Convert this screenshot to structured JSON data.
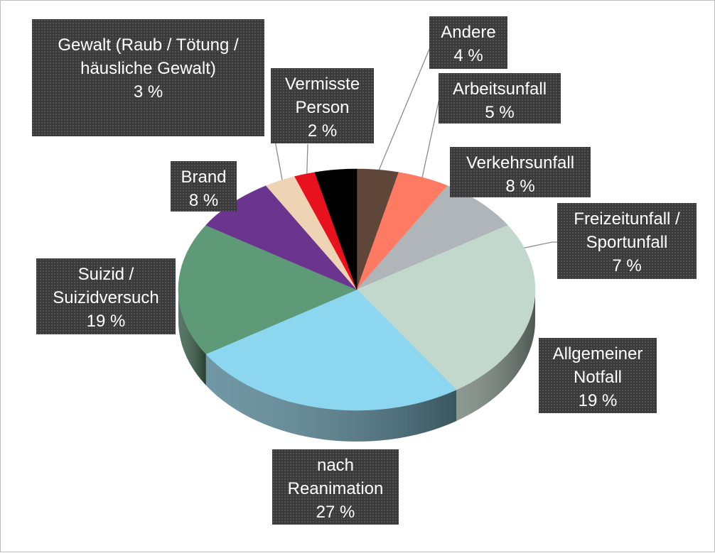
{
  "chart_data": {
    "type": "pie",
    "style": "3d",
    "title": "",
    "unit": "%",
    "slices": [
      {
        "key": "andere",
        "label_lines": [
          "Andere",
          "4 %"
        ],
        "value": 4,
        "color": "#5e4639"
      },
      {
        "key": "arbeitsunfall",
        "label_lines": [
          "Arbeitsunfall",
          "5 %"
        ],
        "value": 5,
        "color": "#ff7a63"
      },
      {
        "key": "verkehrsunfall",
        "label_lines": [
          "Verkehrsunfall",
          "8 %"
        ],
        "value": 8,
        "color": "#afb5b9"
      },
      {
        "key": "freizeitunfall",
        "label_lines": [
          "Freizeitunfall /",
          "Sportunfall",
          "7 %"
        ],
        "value": 7,
        "color": "#c3d8cc"
      },
      {
        "key": "allgemeiner-notfall",
        "label_lines": [
          "Allgemeiner",
          "Notfall",
          "19 %"
        ],
        "value": 19,
        "color": "#c3d8cc"
      },
      {
        "key": "nach-reanimation",
        "label_lines": [
          "nach",
          "Reanimation",
          "27 %"
        ],
        "value": 27,
        "color": "#8dd6ef"
      },
      {
        "key": "suizid",
        "label_lines": [
          "Suizid /",
          "Suizidversuch",
          "19 %"
        ],
        "value": 19,
        "color": "#5f9a78"
      },
      {
        "key": "brand",
        "label_lines": [
          "Brand",
          "8 %"
        ],
        "value": 8,
        "color": "#6b358f"
      },
      {
        "key": "gewalt",
        "label_lines": [
          "Gewalt (Raub / Tötung /",
          "häusliche Gewalt)",
          "3 %"
        ],
        "value": 3,
        "color": "#eed4b4"
      },
      {
        "key": "vermisste-person",
        "label_lines": [
          "Vermisste",
          "Person",
          "2 %"
        ],
        "value": 2,
        "color": "#e8121e"
      },
      {
        "key": "andere-black",
        "label_lines": [],
        "value": 4,
        "color": "#000000"
      }
    ],
    "legend": "none",
    "label_style": "callout boxes, dark background, white text"
  }
}
